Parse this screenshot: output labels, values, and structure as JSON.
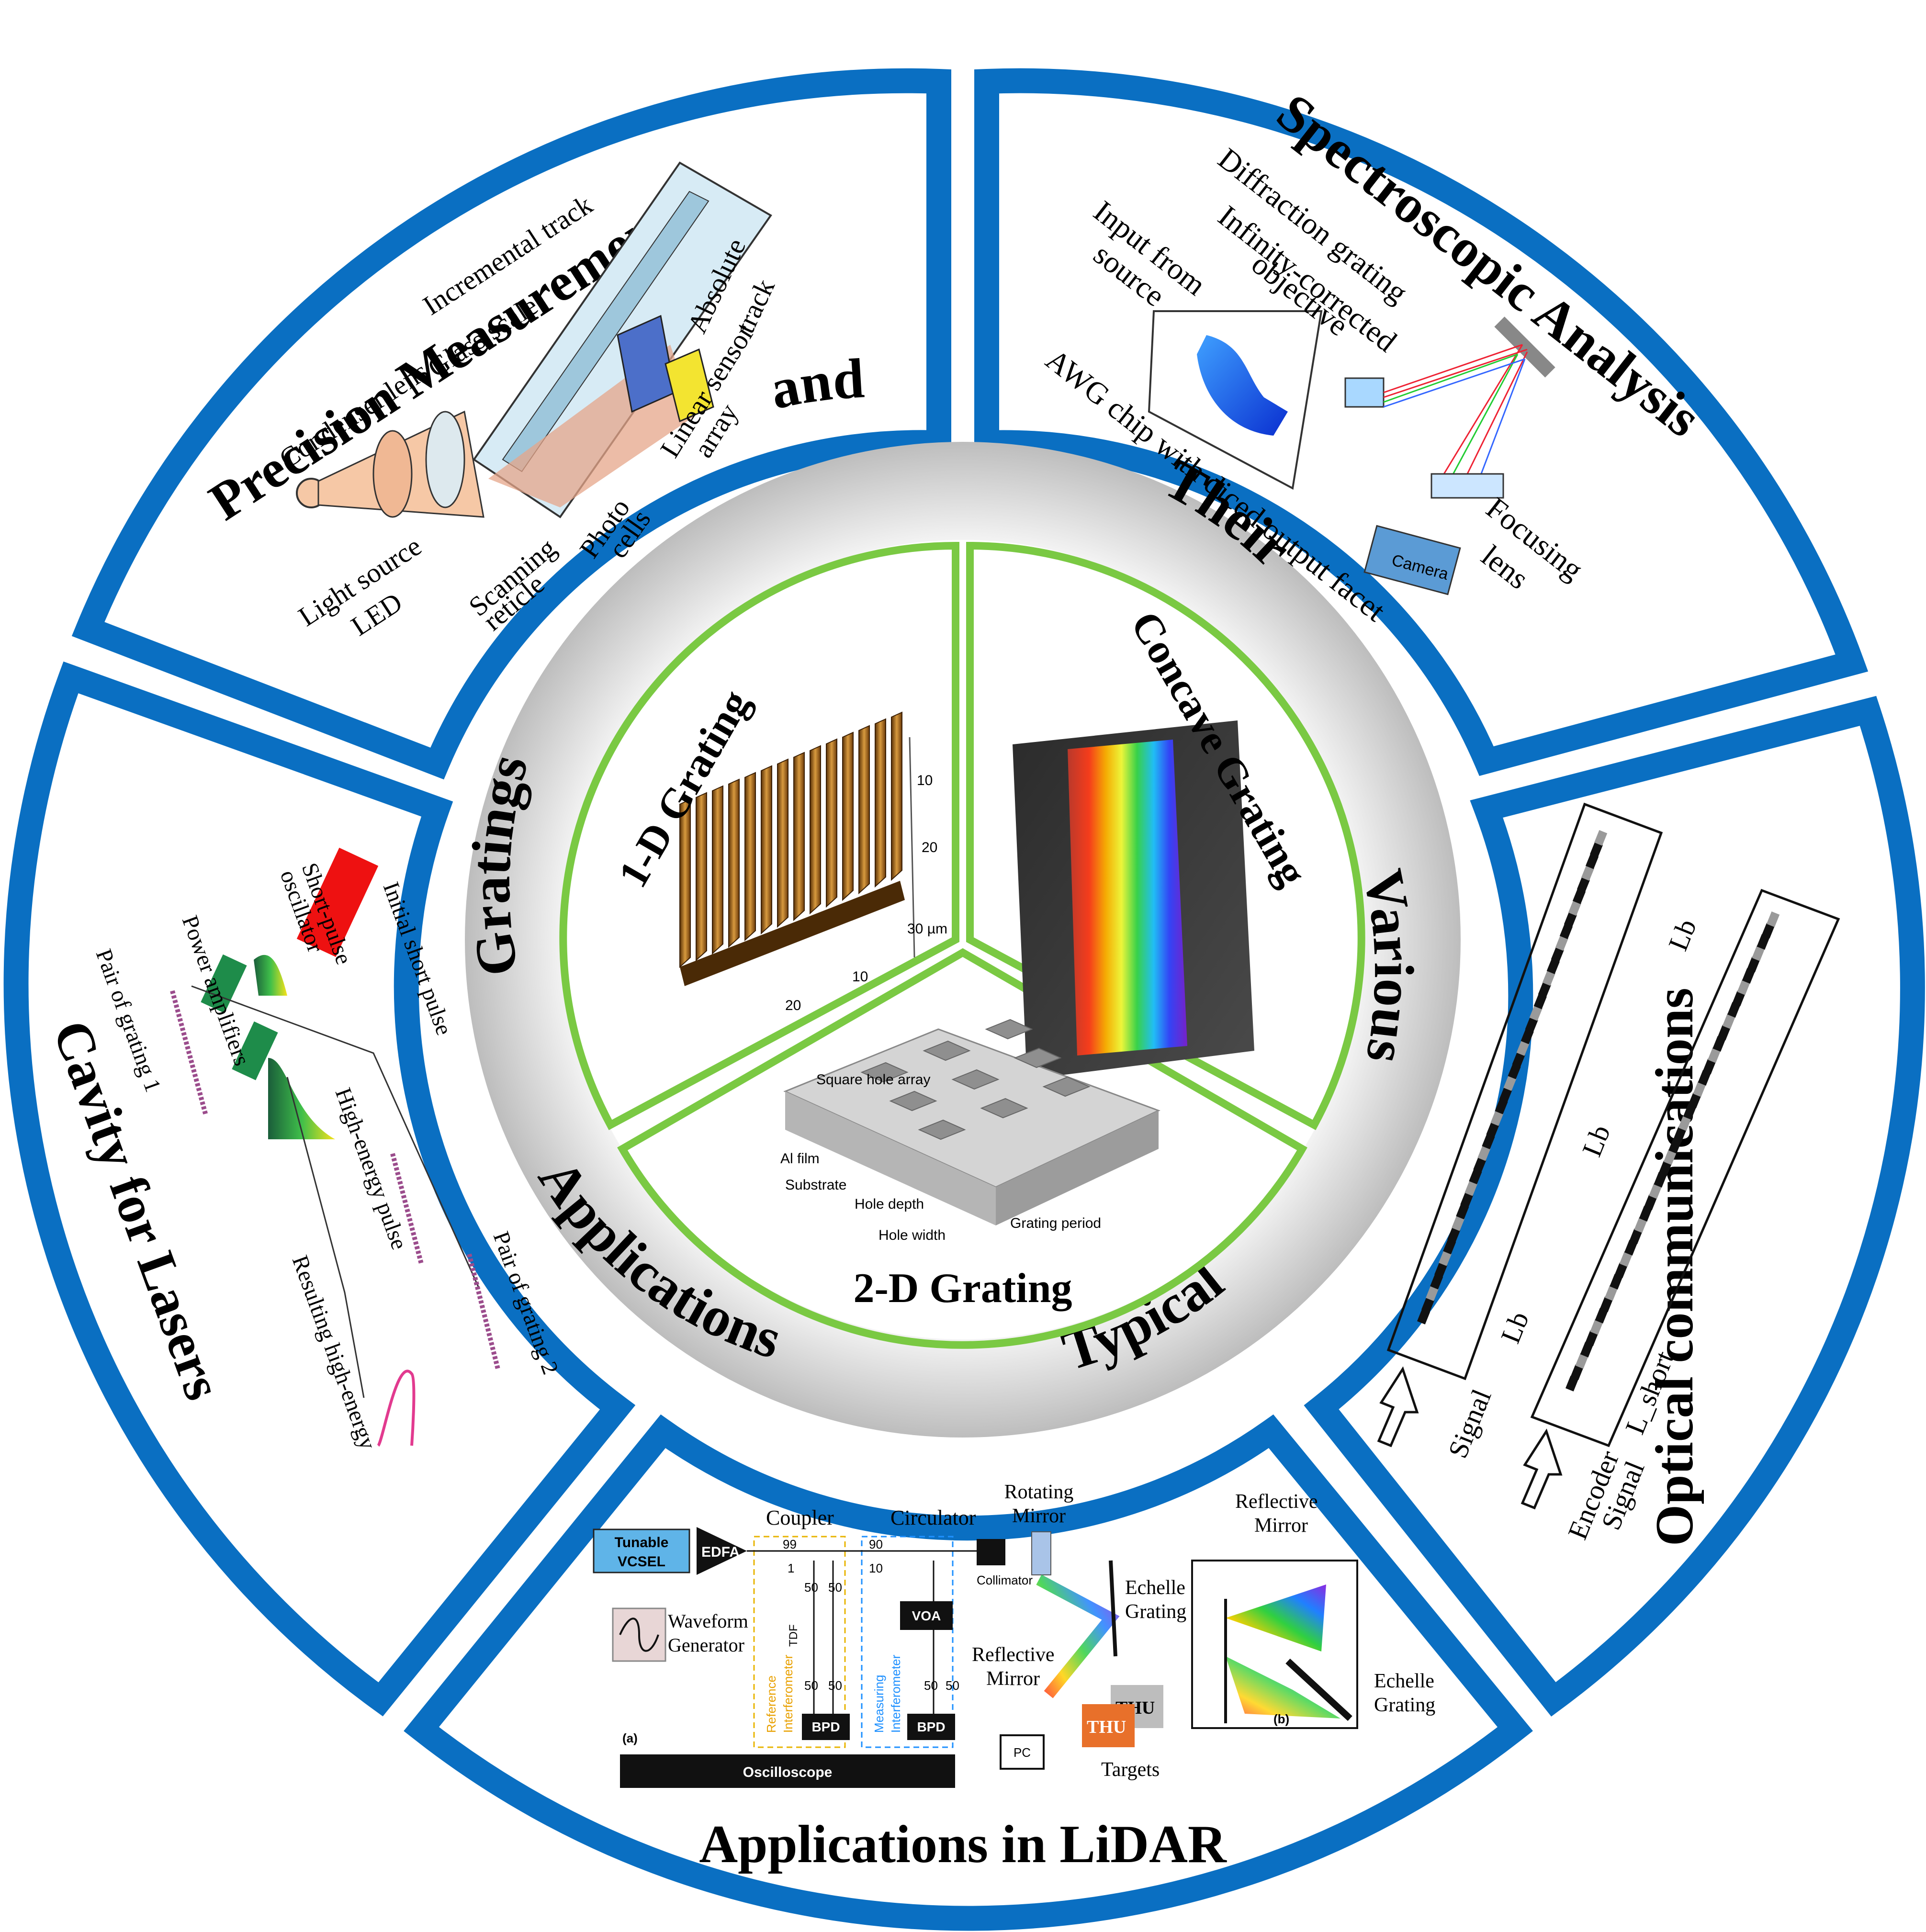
{
  "colors": {
    "outer_ring": "#0a6fc2",
    "inner_divider": "#7ac943",
    "grey_ring": "#c8c8c8",
    "background": "#ffffff"
  },
  "ring_text": [
    "Gratings",
    "and",
    "Their",
    "Various",
    "Typical",
    "Applications"
  ],
  "center": {
    "one_d": {
      "title": "1-D   Grating",
      "axis_labels": [
        "10",
        "20",
        "30 µm",
        "10",
        "20"
      ]
    },
    "concave": {
      "title": "Concave   Grating"
    },
    "two_d": {
      "title": "2-D   Grating",
      "labels": [
        "Square hole array",
        "Al film",
        "Substrate",
        "Hole depth",
        "Hole width",
        "Grating period"
      ]
    }
  },
  "sections": {
    "precision": {
      "title": "Precision    Measurements",
      "labels": {
        "incremental": "Incremental track",
        "absolute": "Absolute",
        "track": "track",
        "glass": "Glass scale",
        "condenser": "Condenser lens",
        "linear": "Linear sensor",
        "array": "array",
        "photo": "Photo",
        "cells": "cells",
        "scanning": "Scanning",
        "reticle": "reticle",
        "light": "Light source",
        "led": "LED"
      }
    },
    "spectro": {
      "title": "Spectroscopic    Analysis",
      "labels": {
        "diffraction": "Diffraction grating",
        "infinity": "Infinity-corrected",
        "objective": "objective",
        "input": "Input from",
        "source": "source",
        "awg": "AWG chip with diced output facet",
        "focusing": "Focusing",
        "lens": "lens",
        "camera": "Camera"
      }
    },
    "optical": {
      "title": "Optical     communications",
      "labels": {
        "lb": "Lb",
        "signal": "Signal",
        "encoder": "Encoder",
        "l_short": "L_short"
      }
    },
    "lidar": {
      "title": "Applications    in    LiDAR",
      "labels": {
        "tunable": "Tunable",
        "vcsel": "VCSEL",
        "edfa": "EDFA",
        "coupler": "Coupler",
        "circulator": "Circulator",
        "rotating": "Rotating",
        "mirror": "Mirror",
        "reflective": "Reflective",
        "collimator": "Collimator",
        "echelle": "Echelle",
        "grating": "Grating",
        "waveform": "Waveform",
        "generator": "Generator",
        "voa": "VOA",
        "bpd": "BPD",
        "tdf": "TDF",
        "reference": "Reference",
        "measuring": "Measuring",
        "interferometer": "Interferometer",
        "oscilloscope": "Oscilloscope",
        "pc": "PC",
        "targets": "Targets",
        "thu": "THU",
        "a": "(a)",
        "b": "(b)",
        "n99": "99",
        "n1": "1",
        "n90": "90",
        "n10": "10",
        "n50": "50"
      }
    },
    "cavity": {
      "title": "Cavity    for    Lasers",
      "labels": {
        "initial": "Initial short pulse",
        "short": "Short-pulse",
        "oscillator": "oscillator",
        "power": "Power amplifiers",
        "pair1": "Pair of grating 1",
        "high": "High-energy pulse",
        "pair2": "Pair of grating 2",
        "resulting": "Resulting high-energy"
      }
    }
  }
}
